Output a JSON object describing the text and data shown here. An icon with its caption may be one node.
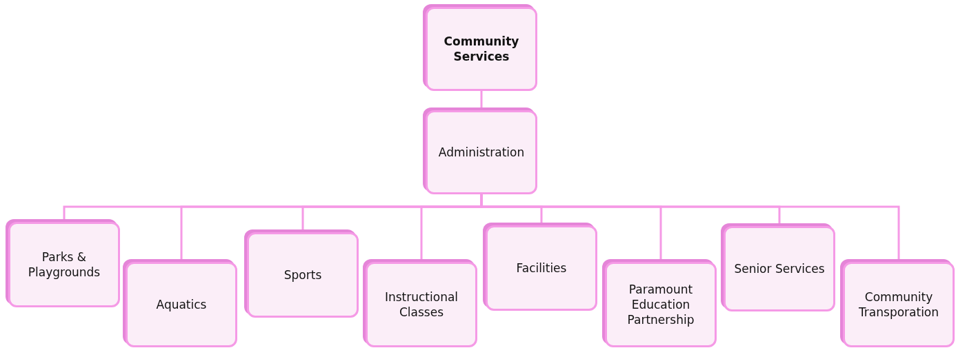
{
  "diagram": {
    "nodes": [
      {
        "text": [
          "Community Services"
        ]
      },
      {
        "text": [
          "Administration"
        ]
      },
      {
        "text": [
          "Parks & Playgrounds"
        ]
      },
      {
        "text": [
          "Aquatics"
        ]
      },
      {
        "text": [
          "Sports"
        ]
      },
      {
        "text": [
          "Instructional Classes"
        ]
      },
      {
        "text": [
          "Facilities"
        ]
      },
      {
        "text": [
          "Paramount Education Partnership"
        ]
      },
      {
        "text": [
          "Senior Services"
        ]
      },
      {
        "text": [
          "Community Transporation"
        ]
      }
    ],
    "edges": [
      {
        "from": 0,
        "to": 1,
        "arrow": "none"
      },
      {
        "from": 1,
        "to": 2,
        "arrow": "none"
      },
      {
        "from": 1,
        "to": 3,
        "arrow": "none"
      },
      {
        "from": 1,
        "to": 4,
        "arrow": "none"
      },
      {
        "from": 1,
        "to": 5,
        "arrow": "none"
      },
      {
        "from": 1,
        "to": 6,
        "arrow": "none"
      },
      {
        "from": 1,
        "to": 7,
        "arrow": "none"
      },
      {
        "from": 1,
        "to": 8,
        "arrow": "none"
      },
      {
        "from": 1,
        "to": 9,
        "arrow": "none"
      }
    ]
  }
}
